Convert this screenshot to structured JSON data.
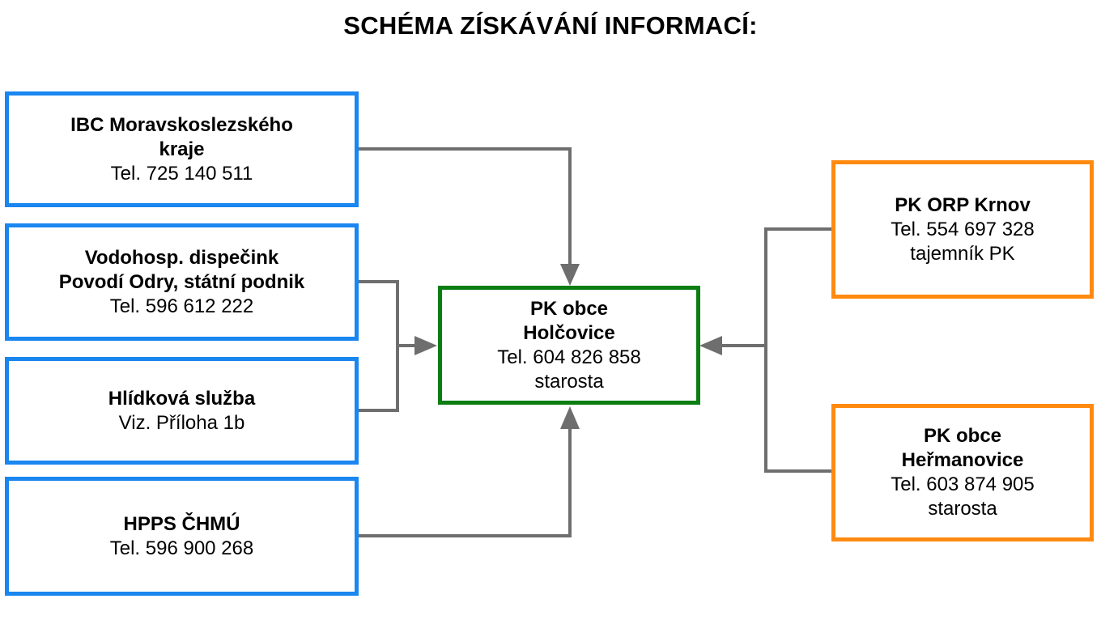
{
  "title": "SCHÉMA ZÍSKÁVÁNÍ INFORMACÍ:",
  "colors": {
    "source_border": "#1a86f0",
    "center_border": "#0c7d11",
    "right_border": "#ff8a10",
    "connector": "#6e6e6e"
  },
  "left_boxes": [
    {
      "name_lines": [
        "IBC Moravskoslezského",
        "kraje"
      ],
      "detail_lines": [
        "Tel. 725 140 511"
      ]
    },
    {
      "name_lines": [
        "Vodohosp. dispečink",
        "Povodí Odry, státní podnik"
      ],
      "detail_lines": [
        "Tel. 596 612 222"
      ]
    },
    {
      "name_lines": [
        "Hlídková služba"
      ],
      "detail_lines": [
        "Viz. Příloha 1b"
      ]
    },
    {
      "name_lines": [
        "HPPS ČHMÚ"
      ],
      "detail_lines": [
        "Tel. 596 900 268"
      ]
    }
  ],
  "center_box": {
    "name_lines": [
      "PK obce",
      "Holčovice"
    ],
    "detail_lines": [
      "Tel. 604 826 858",
      "starosta"
    ]
  },
  "right_boxes": [
    {
      "name_lines": [
        "PK ORP Krnov"
      ],
      "detail_lines": [
        "Tel. 554 697 328",
        "tajemník PK"
      ]
    },
    {
      "name_lines": [
        "PK obce",
        "Heřmanovice"
      ],
      "detail_lines": [
        "Tel. 603 874 905",
        "starosta"
      ]
    }
  ]
}
